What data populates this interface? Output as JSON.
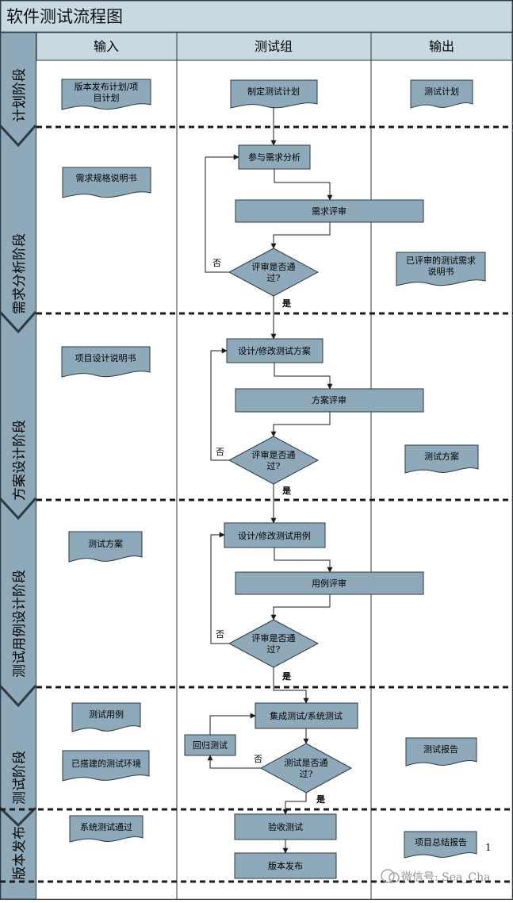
{
  "title": "软件测试流程图",
  "columns": {
    "input": "输入",
    "test_group": "测试组",
    "output": "输出"
  },
  "phases": {
    "plan": "计划阶段",
    "req": "需求分析阶段",
    "design": "方案设计阶段",
    "case": "测试用例设计阶段",
    "test": "测试阶段",
    "release": "版本发布"
  },
  "inputs": {
    "plan_1": "版本发布计划/项",
    "plan_2": "目计划",
    "req": "需求规格说明书",
    "design": "项目设计说明书",
    "case": "测试方案",
    "test_1": "测试用例",
    "test_2": "已搭建的测试环境",
    "release": "系统测试通过"
  },
  "outputs": {
    "plan": "测试计划",
    "req_1": "已评审的测试需求",
    "req_2": "说明书",
    "design": "测试方案",
    "test": "测试报告",
    "release": "项目总结报告"
  },
  "process": {
    "make_plan": "制定测试计划",
    "req_analysis": "参与需求分析",
    "req_review": "需求评审",
    "review_pass_1": "评审是否通",
    "review_pass_2": "过?",
    "design_edit": "设计/修改测试方案",
    "design_review": "方案评审",
    "case_edit": "设计/修改测试用例",
    "case_review": "用例评审",
    "integration_test": "集成测试/系统测试",
    "regression_test": "回归测试",
    "test_pass_1": "测试是否通",
    "test_pass_2": "过?",
    "acceptance_test": "验收测试",
    "release": "版本发布"
  },
  "labels": {
    "yes": "是",
    "no": "否"
  },
  "page_number": "1",
  "watermark": "微信号: Sea_Cha",
  "colors": {
    "fill": "#8ea9b9",
    "header": "#c9d9e2",
    "border": "#2f3a40",
    "background": "#ffffff"
  }
}
